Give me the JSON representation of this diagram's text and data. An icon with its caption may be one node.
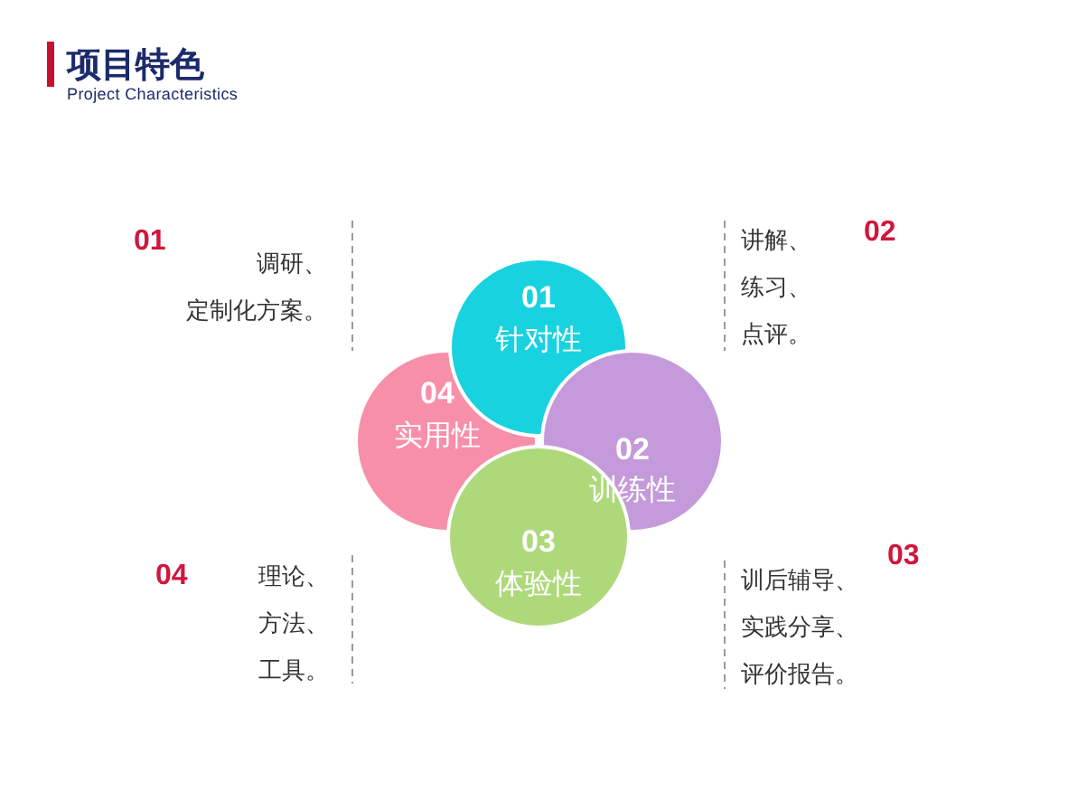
{
  "diagram": {
    "title": "项目特色",
    "nodes": [
      {
        "text": [
          "01",
          "针对性"
        ]
      },
      {
        "text": [
          "04",
          "实用性"
        ]
      },
      {
        "text": [
          "02",
          "训练性"
        ]
      },
      {
        "text": [
          "03",
          "体验性"
        ]
      }
    ],
    "labels": [
      "Project Characteristics",
      "01",
      "调研、定制化方案。",
      "讲解、练习、点评。",
      "02",
      "04",
      "理论、方法、工具。",
      "训后辅导、实践分享、评价报告。",
      "03"
    ]
  }
}
